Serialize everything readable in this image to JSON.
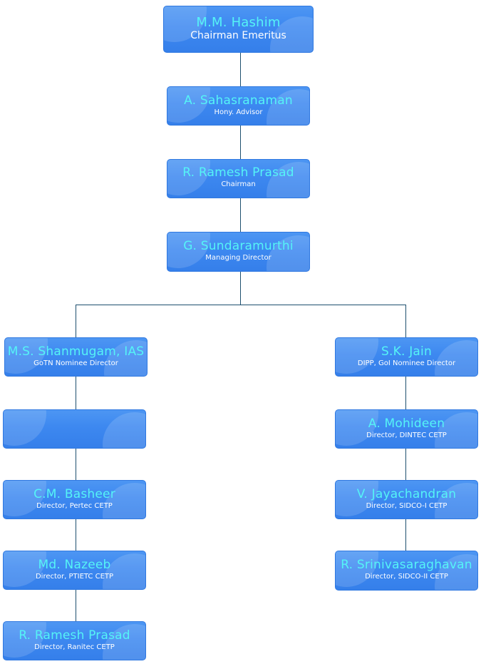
{
  "org_chart": {
    "top": [
      {
        "name": "M.M. Hashim",
        "role": "Chairman Emeritus"
      },
      {
        "name": "A. Sahasranaman",
        "role": "Hony. Advisor"
      },
      {
        "name": "R. Ramesh Prasad",
        "role": "Chairman"
      },
      {
        "name": "G. Sundaramurthi",
        "role": "Managing Director"
      }
    ],
    "left_branch": [
      {
        "name": "M.S. Shanmugam, IAS",
        "role": "GoTN Nominee Director"
      },
      {
        "name": "",
        "role": ""
      },
      {
        "name": "C.M. Basheer",
        "role": "Director, Pertec CETP"
      },
      {
        "name": "Md. Nazeeb",
        "role": "Director, PTIETC CETP"
      },
      {
        "name": "R. Ramesh Prasad",
        "role": "Director, Ranitec CETP"
      }
    ],
    "right_branch": [
      {
        "name": "S.K. Jain",
        "role": "DIPP, GoI Nominee Director"
      },
      {
        "name": "A. Mohideen",
        "role": "Director, DINTEC CETP"
      },
      {
        "name": "V. Jayachandran",
        "role": "Director, SIDCO-I CETP"
      },
      {
        "name": "R. Srinivasaraghavan",
        "role": "Director, SIDCO-II CETP"
      }
    ]
  },
  "colors": {
    "box_fill": "#3f8af1",
    "name_text": "#55f4f6",
    "role_text": "#ffffff",
    "connector": "#1d4f6e"
  }
}
